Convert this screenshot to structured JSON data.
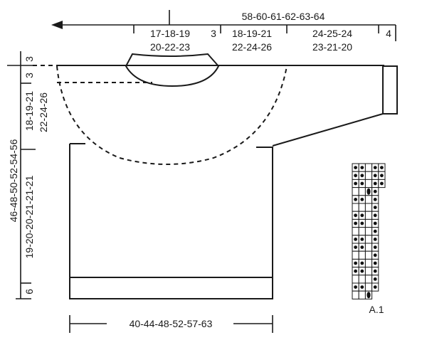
{
  "top_measure": {
    "total": "58-60-61-62-63-64",
    "neck_half_top": "17-18-19",
    "neck_half_bottom": "20-22-23",
    "neck_step": "3",
    "shoulder_top": "18-19-21",
    "shoulder_bottom": "22-24-26",
    "sleeve_top": "24-25-24",
    "sleeve_bottom": "23-21-20",
    "cuff": "4"
  },
  "left_measure": {
    "neck_drop": "3",
    "band": "3",
    "yoke_top": "18-19-21",
    "yoke_bottom": "22-24-26",
    "total_length": "46-48-50-52-54-56",
    "body": "19-20-20-21-21-21",
    "rib": "6"
  },
  "bottom_measure": {
    "width": "40-44-48-52-57-63"
  },
  "chart": {
    "label": "A.1",
    "columns": 5,
    "rows": 17,
    "cells": [
      [
        "X",
        "X",
        "",
        "X",
        "X"
      ],
      [
        "X",
        "X",
        "",
        "X",
        "X"
      ],
      [
        "X",
        "X",
        "",
        "X",
        "X"
      ],
      [
        "",
        "",
        "O",
        "X",
        "-"
      ],
      [
        "X",
        "X",
        "",
        "X",
        "-"
      ],
      [
        "",
        "",
        "",
        "X",
        "-"
      ],
      [
        "X",
        "X",
        "",
        "X",
        "-"
      ],
      [
        "X",
        "X",
        "",
        "X",
        "-"
      ],
      [
        "",
        "",
        "",
        "X",
        "-"
      ],
      [
        "X",
        "X",
        "",
        "X",
        "-"
      ],
      [
        "X",
        "X",
        "",
        "X",
        "-"
      ],
      [
        "",
        "",
        "",
        "X",
        "-"
      ],
      [
        "X",
        "X",
        "",
        "X",
        "-"
      ],
      [
        "X",
        "X",
        "",
        "X",
        "-"
      ],
      [
        "",
        "",
        "",
        "X",
        "-"
      ],
      [
        "X",
        "X",
        "",
        "X",
        "-"
      ],
      [
        "",
        "",
        "O",
        "-",
        "-"
      ]
    ]
  }
}
